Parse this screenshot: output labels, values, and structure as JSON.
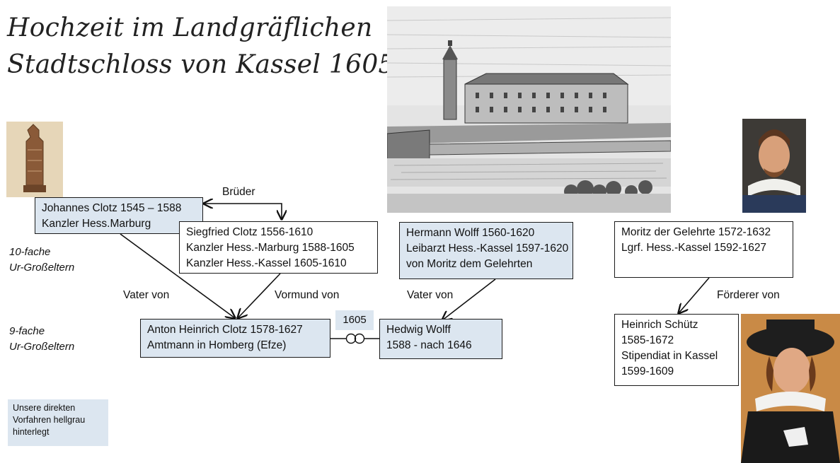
{
  "title": {
    "line1": "Hochzeit im Landgräflichen",
    "line2": "Stadtschloss von Kassel 1605"
  },
  "generations": {
    "g10_line1": "10-fache",
    "g10_line2": "Ur-Großeltern",
    "g9_line1": "9-fache",
    "g9_line2": "Ur-Großeltern"
  },
  "boxes": {
    "johannes": {
      "line1": "Johannes Clotz 1545 – 1588",
      "line2": "Kanzler Hess.Marburg"
    },
    "siegfried": {
      "line1": "Siegfried Clotz 1556-1610",
      "line2": "Kanzler Hess.-Marburg 1588-1605",
      "line3": "Kanzler Hess.-Kassel 1605-1610"
    },
    "hermann": {
      "line1": "Hermann Wolff 1560-1620",
      "line2": "Leibarzt  Hess.-Kassel 1597-1620",
      "line3": "von Moritz dem Gelehrten"
    },
    "moritz": {
      "line1": "Moritz der Gelehrte 1572-1632",
      "line2": "Lgrf.  Hess.-Kassel 1592-1627"
    },
    "anton": {
      "line1": "Anton Heinrich Clotz 1578-1627",
      "line2": "Amtmann in Homberg (Efze)"
    },
    "hedwig": {
      "line1": "Hedwig Wolff",
      "line2": "1588 - nach 1646"
    },
    "heinrich": {
      "line1": "Heinrich Schütz",
      "line2": "1585-1672",
      "line3": "Stipendiat in Kassel",
      "line4": "1599-1609"
    }
  },
  "relations": {
    "brueder": "Brüder",
    "vater_von_1": "Vater von",
    "vormund_von": "Vormund von",
    "vater_von_2": "Vater von",
    "foerderer_von": "Förderer von",
    "marriage_year": "1605",
    "marriage_symbol": "∞"
  },
  "legend": {
    "line1": "Unsere direkten",
    "line2": "Vorfahren hellgrau",
    "line3": "hinterlegt"
  },
  "colors": {
    "highlight": "#dce6f0",
    "border": "#1a1a1a"
  }
}
